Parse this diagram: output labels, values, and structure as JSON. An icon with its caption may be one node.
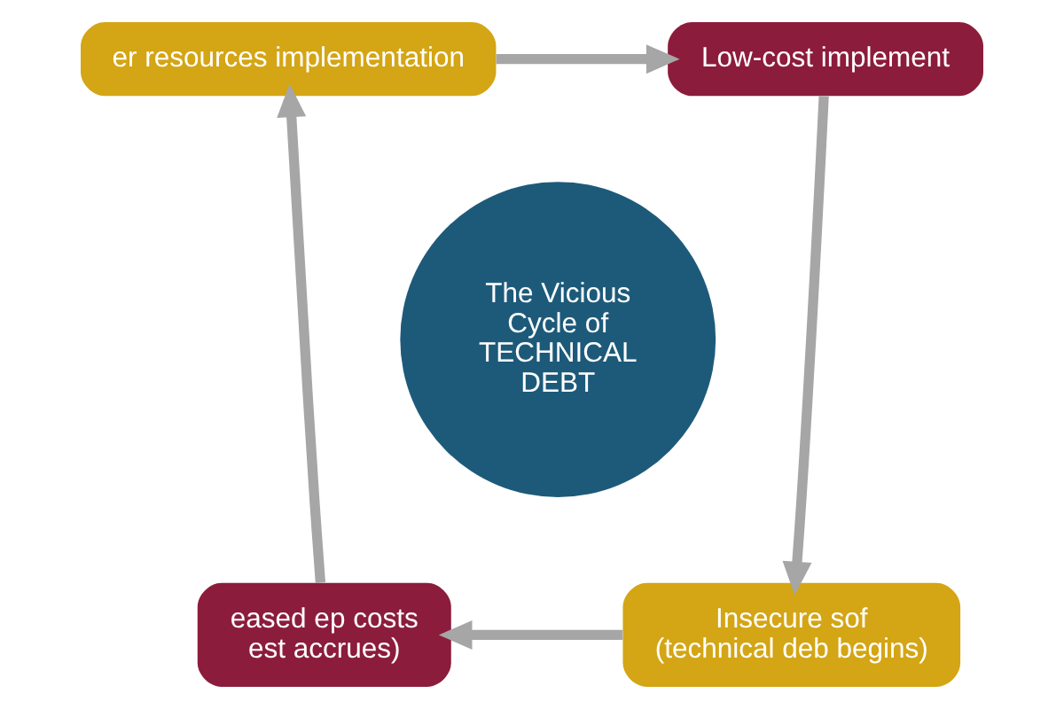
{
  "diagram": {
    "nodes": [
      {
        "text": [
          "er resources implementation"
        ]
      },
      {
        "text": [
          "Low-cost implement"
        ]
      },
      {
        "text": [
          "The Vicious Cycle of TECHNICAL DEBT"
        ]
      },
      {
        "text": [
          "eased ep costs",
          "est accrues)"
        ]
      },
      {
        "text": [
          "Insecure sof",
          "(technical deb begins)"
        ]
      }
    ],
    "edges": [
      {
        "from": 0,
        "to": 1,
        "arrow": "to"
      },
      {
        "from": 1,
        "to": 4,
        "arrow": "to"
      },
      {
        "from": 4,
        "to": 3,
        "arrow": "to"
      },
      {
        "from": 3,
        "to": 0,
        "arrow": "to"
      }
    ]
  }
}
